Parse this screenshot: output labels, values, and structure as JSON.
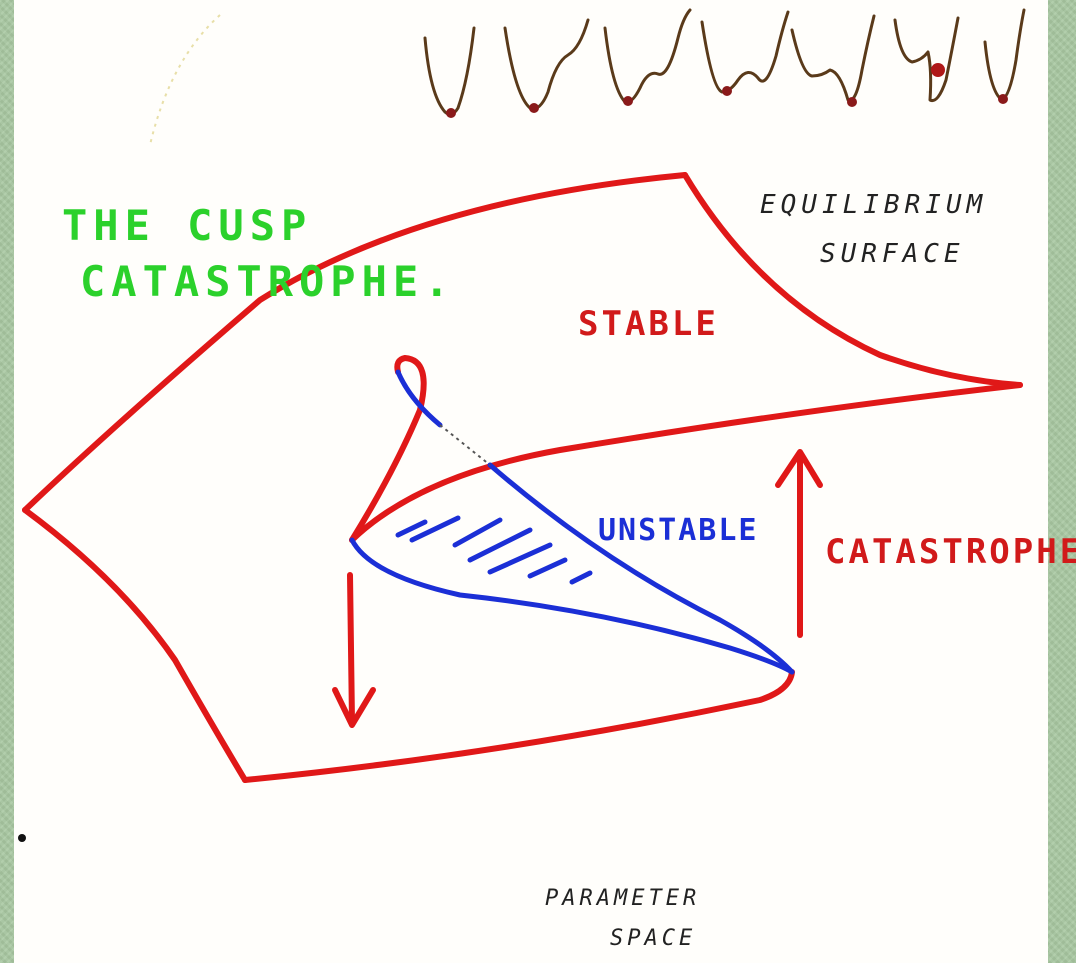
{
  "diagram": {
    "title_line1": "THE CUSP",
    "title_line2": "CATASTROPHE.",
    "surface_label_line1": "EQUILIBRIUM",
    "surface_label_line2": "SURFACE",
    "stable_label": "STABLE",
    "unstable_label": "UNSTABLE",
    "catastrophe_label": "CATASTROPHE",
    "parameter_label_line1": "PARAMETER",
    "parameter_label_line2": "SPACE"
  },
  "colors": {
    "surface": "#e01818",
    "unstable": "#1b2fd6",
    "title": "#2bd12b",
    "ink": "#222222"
  },
  "potential_wells": {
    "count": 7
  }
}
